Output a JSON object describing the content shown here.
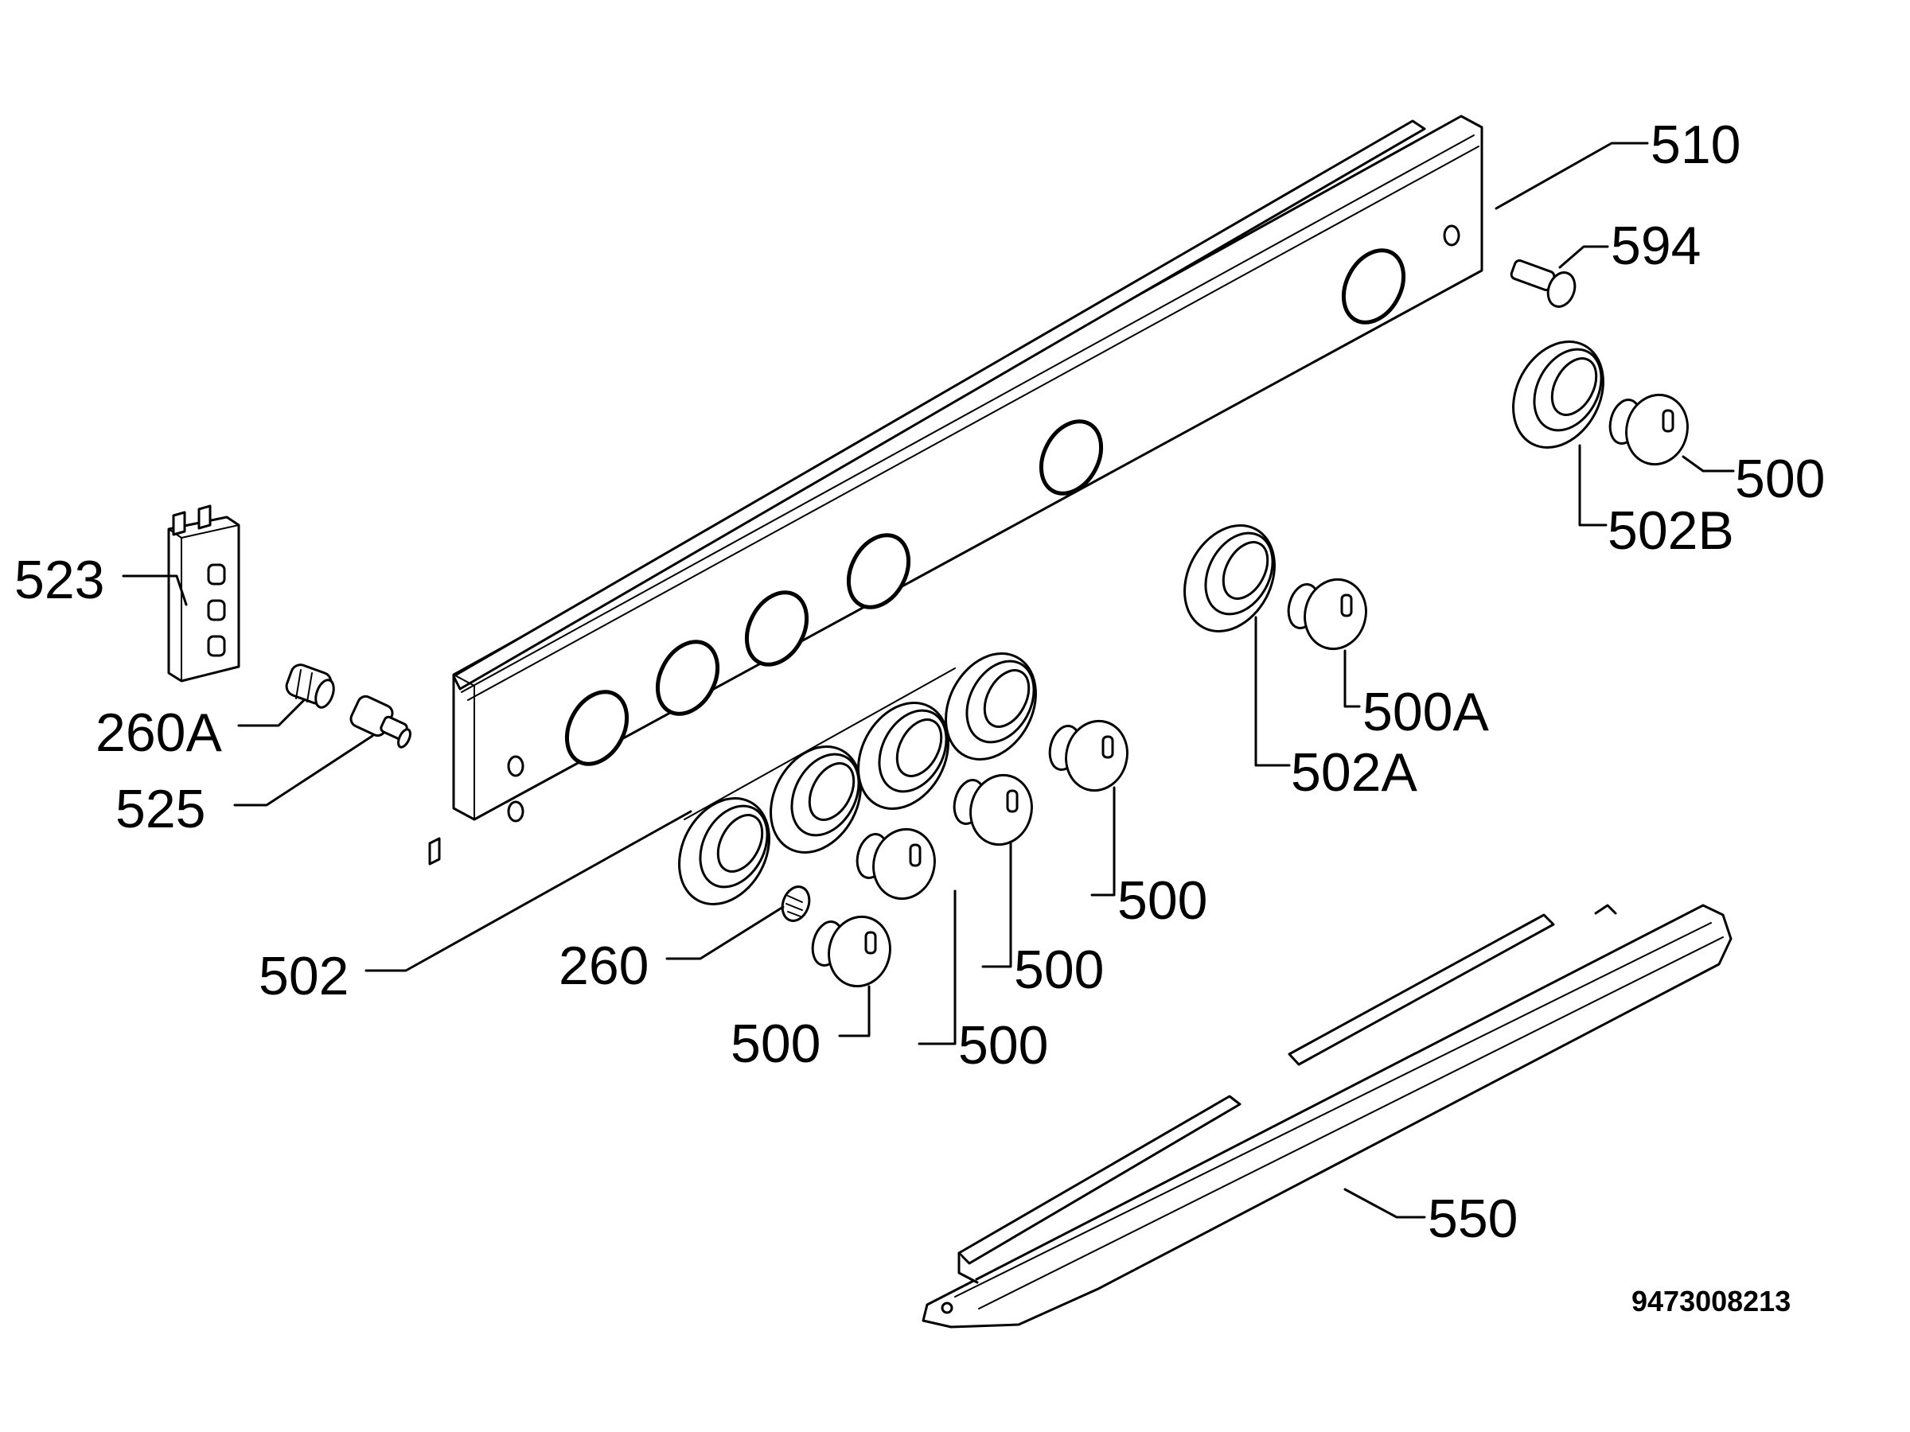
{
  "drawing_code": "9473008213",
  "callouts": {
    "c510": "510",
    "c594": "594",
    "c500_r": "500",
    "c502b": "502B",
    "c523": "523",
    "c260a": "260A",
    "c525": "525",
    "c500a": "500A",
    "c502a": "502A",
    "c502": "502",
    "c260": "260",
    "c500_1": "500",
    "c500_2": "500",
    "c500_3": "500",
    "c500_4": "500",
    "c550": "550"
  }
}
